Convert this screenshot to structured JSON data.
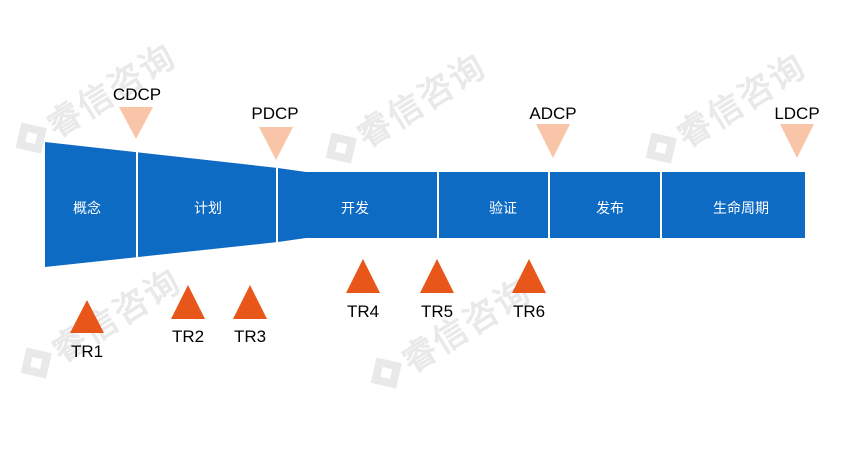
{
  "watermark": {
    "text": "睿信咨询"
  },
  "phases": [
    {
      "label": "概念"
    },
    {
      "label": "计划"
    },
    {
      "label": "开发"
    },
    {
      "label": "验证"
    },
    {
      "label": "发布"
    },
    {
      "label": "生命周期"
    }
  ],
  "decision_points": [
    {
      "label": "CDCP"
    },
    {
      "label": "PDCP"
    },
    {
      "label": "ADCP"
    },
    {
      "label": "LDCP"
    }
  ],
  "technical_reviews": [
    {
      "label": "TR1"
    },
    {
      "label": "TR2"
    },
    {
      "label": "TR3"
    },
    {
      "label": "TR4"
    },
    {
      "label": "TR5"
    },
    {
      "label": "TR6"
    }
  ],
  "colors": {
    "bar": "#0E6BC4",
    "divider": "#ffffff",
    "decision_marker": "#F9C5A8",
    "review_marker": "#E8561A"
  }
}
